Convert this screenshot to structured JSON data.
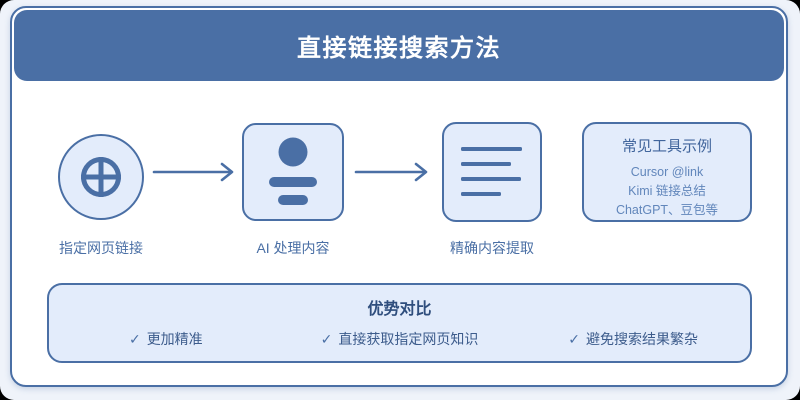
{
  "colors": {
    "accent": "#4a6fa5",
    "node_fill": "#e3ecfb",
    "card_bg": "#ffffff",
    "page_bg": "#eff3fa",
    "header_text": "#ffffff",
    "label_text": "#4a6fa5",
    "tool_text": "#6186bb",
    "advantage_text": "#3d5c8c"
  },
  "header": {
    "title": "直接链接搜索方法"
  },
  "flow": {
    "nodes": [
      {
        "label": "指定网页链接",
        "icon": "globe-icon"
      },
      {
        "label": "AI 处理内容",
        "icon": "ai-profile-icon"
      },
      {
        "label": "精确内容提取",
        "icon": "text-lines-icon"
      }
    ]
  },
  "tools": {
    "title": "常见工具示例",
    "items": [
      "Cursor @link",
      "Kimi 链接总结",
      "ChatGPT、豆包等"
    ]
  },
  "advantages": {
    "title": "优势对比",
    "check": "✓",
    "items": [
      "更加精准",
      "直接获取指定网页知识",
      "避免搜索结果繁杂"
    ]
  }
}
